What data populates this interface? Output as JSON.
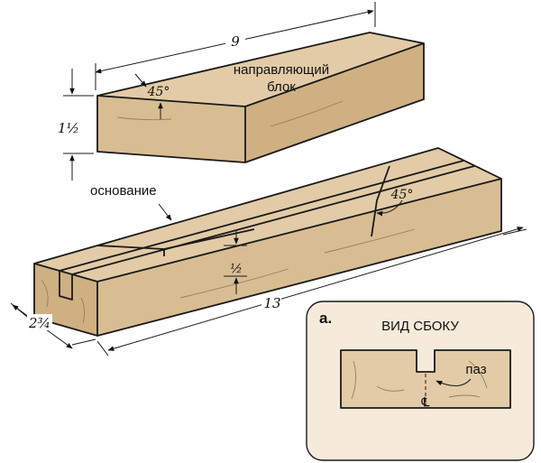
{
  "labels": {
    "guide_block_line1": "направляющий",
    "guide_block_line2": "блок",
    "base": "основание",
    "angle_top": "45°",
    "angle_groove": "45°",
    "dim_length_top": "9",
    "dim_height_top": "1½",
    "dim_depth_groove": "½",
    "dim_length_base": "13",
    "dim_width_base": "2¾"
  },
  "inset": {
    "letter": "a.",
    "title": "ВИД СБОКУ",
    "groove_label": "паз",
    "centerline": "℄"
  },
  "colors": {
    "wood": "#e2cba6",
    "inset_bg": "#f6ebda",
    "outline": "#1a1a1a"
  }
}
